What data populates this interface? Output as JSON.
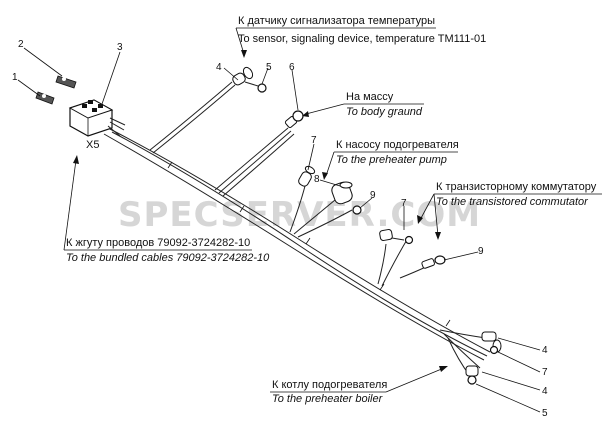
{
  "watermark": "SPECSERVER.COM",
  "connector_label": "X5",
  "callouts": {
    "temp_sensor": {
      "ru": "К датчику сигнализатора температуры",
      "en": "To sensor, signaling device, temperature TM111-01"
    },
    "body_ground": {
      "ru": "На массу",
      "en": "To body graund"
    },
    "preheater_pump": {
      "ru": "К насосу подогревателя",
      "en": "To the preheater pump"
    },
    "transistor_commutator": {
      "ru": "К транзисторному коммутатору",
      "en": "To the transistored commutator"
    },
    "bundled_cables": {
      "ru": "К жгуту проводов 79092-3724282-10",
      "en": "To the bundled cables 79092-3724282-10"
    },
    "preheater_boiler": {
      "ru": "К котлу подогревателя",
      "en": "To the preheater boiler"
    }
  },
  "part_numbers": {
    "n1": "1",
    "n2": "2",
    "n3": "3",
    "n4a": "4",
    "n5a": "5",
    "n6": "6",
    "n7a": "7",
    "n8": "8",
    "n9a": "9",
    "n7b": "7",
    "n9b": "9",
    "n4b": "4",
    "n7c": "7",
    "n4c": "4",
    "n5b": "5"
  }
}
